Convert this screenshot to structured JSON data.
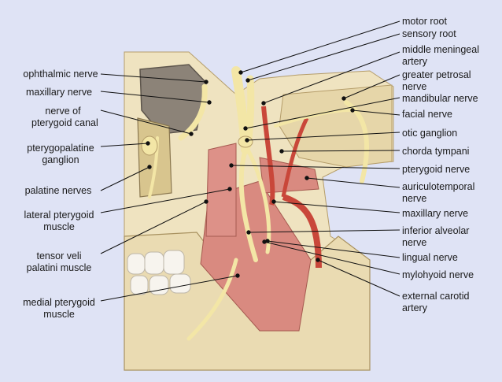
{
  "labels_left": [
    {
      "id": "ophthalmic",
      "text": "ophthalmic nerve"
    },
    {
      "id": "maxillary-left",
      "text": "maxillary nerve"
    },
    {
      "id": "pterygoid-canal",
      "text": "nerve of\npterygoid canal"
    },
    {
      "id": "pterygopalatine",
      "text": "pterygopalatine\nganglion"
    },
    {
      "id": "palatine",
      "text": "palatine nerves"
    },
    {
      "id": "lateral-pterygoid",
      "text": "lateral pterygoid\nmuscle"
    },
    {
      "id": "tensor-veli",
      "text": "tensor veli\npalatini muscle"
    },
    {
      "id": "medial-pterygoid",
      "text": "medial pterygoid\nmuscle"
    }
  ],
  "labels_right": [
    {
      "id": "motor-root",
      "text": "motor root"
    },
    {
      "id": "sensory-root",
      "text": "sensory root"
    },
    {
      "id": "middle-meningeal",
      "text": "middle meningeal\nartery"
    },
    {
      "id": "greater-petrosal",
      "text": "greater petrosal\nnerve"
    },
    {
      "id": "mandibular",
      "text": "mandibular nerve"
    },
    {
      "id": "facial",
      "text": "facial nerve"
    },
    {
      "id": "otic",
      "text": "otic ganglion"
    },
    {
      "id": "chorda",
      "text": "chorda tympani"
    },
    {
      "id": "pterygoid",
      "text": "pterygoid nerve"
    },
    {
      "id": "auriculotemporal",
      "text": "auriculotemporal\nnerve"
    },
    {
      "id": "maxillary-right",
      "text": "maxillary nerve"
    },
    {
      "id": "inferior-alveolar",
      "text": "inferior alveolar\nnerve"
    },
    {
      "id": "lingual",
      "text": "lingual nerve"
    },
    {
      "id": "mylohyoid",
      "text": "mylohyoid nerve"
    },
    {
      "id": "external-carotid",
      "text": "external carotid\nartery"
    }
  ],
  "colors": {
    "background": "#dfe3f5",
    "bone": "#efe3c0",
    "bone_shadow": "#cbb88a",
    "nerve": "#f3e6a6",
    "muscle": "#d98a80",
    "artery": "#c9473a",
    "leader": "#111111"
  }
}
